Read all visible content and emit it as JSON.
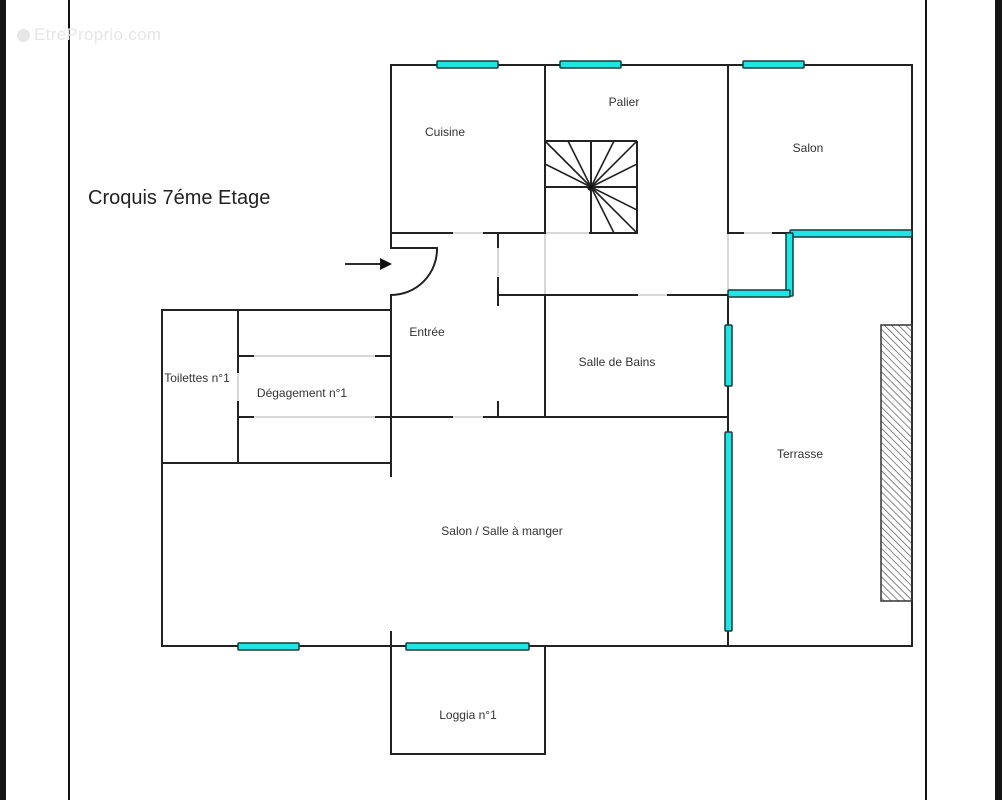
{
  "watermark": {
    "text": "EtreProprio.com",
    "icon": "copyright-logo-icon"
  },
  "title": "Croquis 7éme Etage",
  "colors": {
    "wall": "#222222",
    "window_fill": "#1ee6e6",
    "window_stroke": "#1a3a3a",
    "door_gap": "#d8d8d8",
    "hatch": "#555555",
    "edge": "#151515"
  },
  "rooms": [
    {
      "id": "cuisine",
      "label": "Cuisine"
    },
    {
      "id": "palier",
      "label": "Palier"
    },
    {
      "id": "salon-top",
      "label": "Salon"
    },
    {
      "id": "entree",
      "label": "Entrée"
    },
    {
      "id": "toilettes",
      "label": "Toilettes n°1"
    },
    {
      "id": "degagement",
      "label": "Dégagement n°1"
    },
    {
      "id": "salle-de-bains",
      "label": "Salle de Bains"
    },
    {
      "id": "terrasse",
      "label": "Terrasse"
    },
    {
      "id": "salon-salle-a-manger",
      "label": "Salon / Salle à manger"
    },
    {
      "id": "loggia",
      "label": "Loggia n°1"
    }
  ],
  "symbols": {
    "entry_arrow": "entry-arrow-icon",
    "staircase": "spiral-staircase-icon",
    "hatched_block": "hatched-planter-icon"
  }
}
